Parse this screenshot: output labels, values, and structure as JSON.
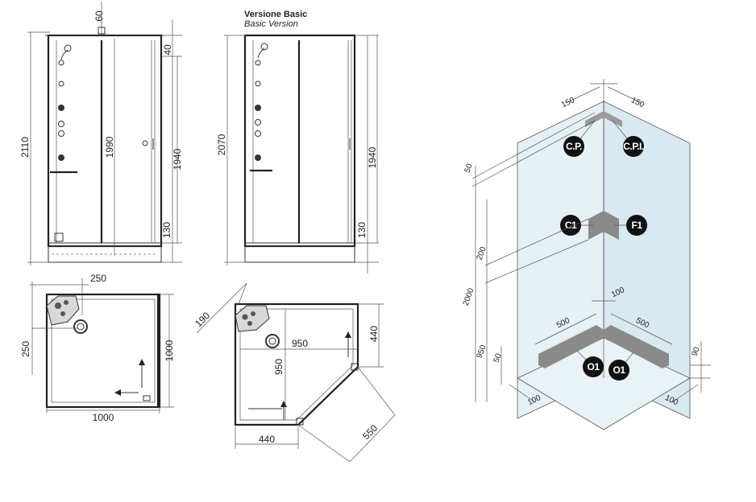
{
  "titles": {
    "basic_it": "Versione Basic",
    "basic_en": "Basic Version"
  },
  "front_left": {
    "top": "60",
    "height": "2110",
    "inner": "1990",
    "top_gap": "40",
    "door": "1940",
    "bottom": "130"
  },
  "front_right": {
    "height": "2070",
    "door": "1940",
    "bottom": "130"
  },
  "plan_left": {
    "column": "250",
    "side": "250",
    "depth": "1000",
    "width": "1000"
  },
  "plan_right": {
    "column": "190",
    "width_inner": "950",
    "depth_inner": "950",
    "side": "440",
    "bottom": "440",
    "door": "550"
  },
  "iso": {
    "top_left": "150",
    "top_right": "150",
    "side_gap": "50",
    "mid_gap": "200",
    "total": "2000",
    "low": "950",
    "low_small": "50",
    "corner_top": "100",
    "base_left": "500",
    "base_right": "500",
    "floor_left": "100",
    "floor_right": "100",
    "right_h": "90",
    "badges": {
      "cp": "C.P.",
      "cpi": "C.P.I.",
      "c1": "C1",
      "f1": "F1",
      "o1_left": "O1",
      "o1_right": "O1"
    }
  }
}
